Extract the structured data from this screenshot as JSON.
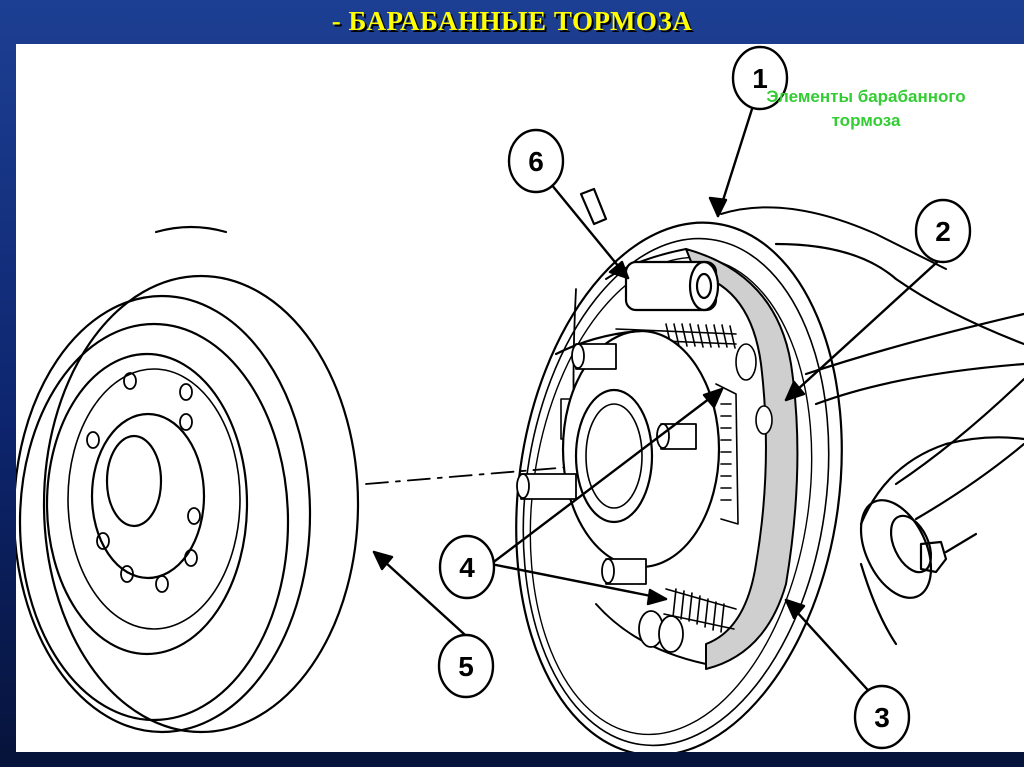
{
  "title": "- БАРАБАННЫЕ ТОРМОЗА",
  "caption": "Элементы барабанного\nтормоза",
  "callouts": [
    {
      "id": "1",
      "label": "1"
    },
    {
      "id": "2",
      "label": "2"
    },
    {
      "id": "3",
      "label": "3"
    },
    {
      "id": "4",
      "label": "4"
    },
    {
      "id": "5",
      "label": "5"
    },
    {
      "id": "6",
      "label": "6"
    }
  ],
  "colors": {
    "title": "#ffff00",
    "caption": "#33cc33",
    "background": "#1d3f93",
    "lining": "#cfcfcf"
  }
}
